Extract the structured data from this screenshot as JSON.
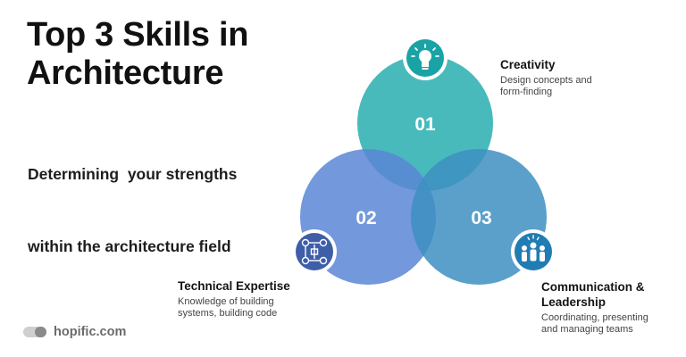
{
  "title": {
    "line1": "Top 3 Skills in",
    "line2": "Architecture"
  },
  "subtitle": {
    "line1": "Determining  your strengths",
    "line2": "within the architecture field"
  },
  "colors": {
    "circle_1": "#2fb0b2",
    "circle_2": "#5b86d6",
    "circle_3": "#3d8fc2",
    "icon_badge_1": "#1aa3a6",
    "icon_badge_2": "#3f5ea8",
    "icon_badge_3": "#217cb3"
  },
  "circles": [
    {
      "number": "01",
      "icon": "lightbulb-icon",
      "skill_title": [
        "Creativity"
      ],
      "skill_desc": [
        "Design concepts and",
        "form-finding"
      ]
    },
    {
      "number": "02",
      "icon": "blueprint-icon",
      "skill_title": [
        "Technical Expertise"
      ],
      "skill_desc": [
        "Knowledge of building",
        "systems, building code"
      ]
    },
    {
      "number": "03",
      "icon": "team-icon",
      "skill_title": [
        "Communication &",
        "Leadership"
      ],
      "skill_desc": [
        "Coordinating, presenting",
        "and managing teams"
      ]
    }
  ],
  "brand": {
    "name": "hopific.com",
    "icon": "toggle-logo-icon"
  }
}
